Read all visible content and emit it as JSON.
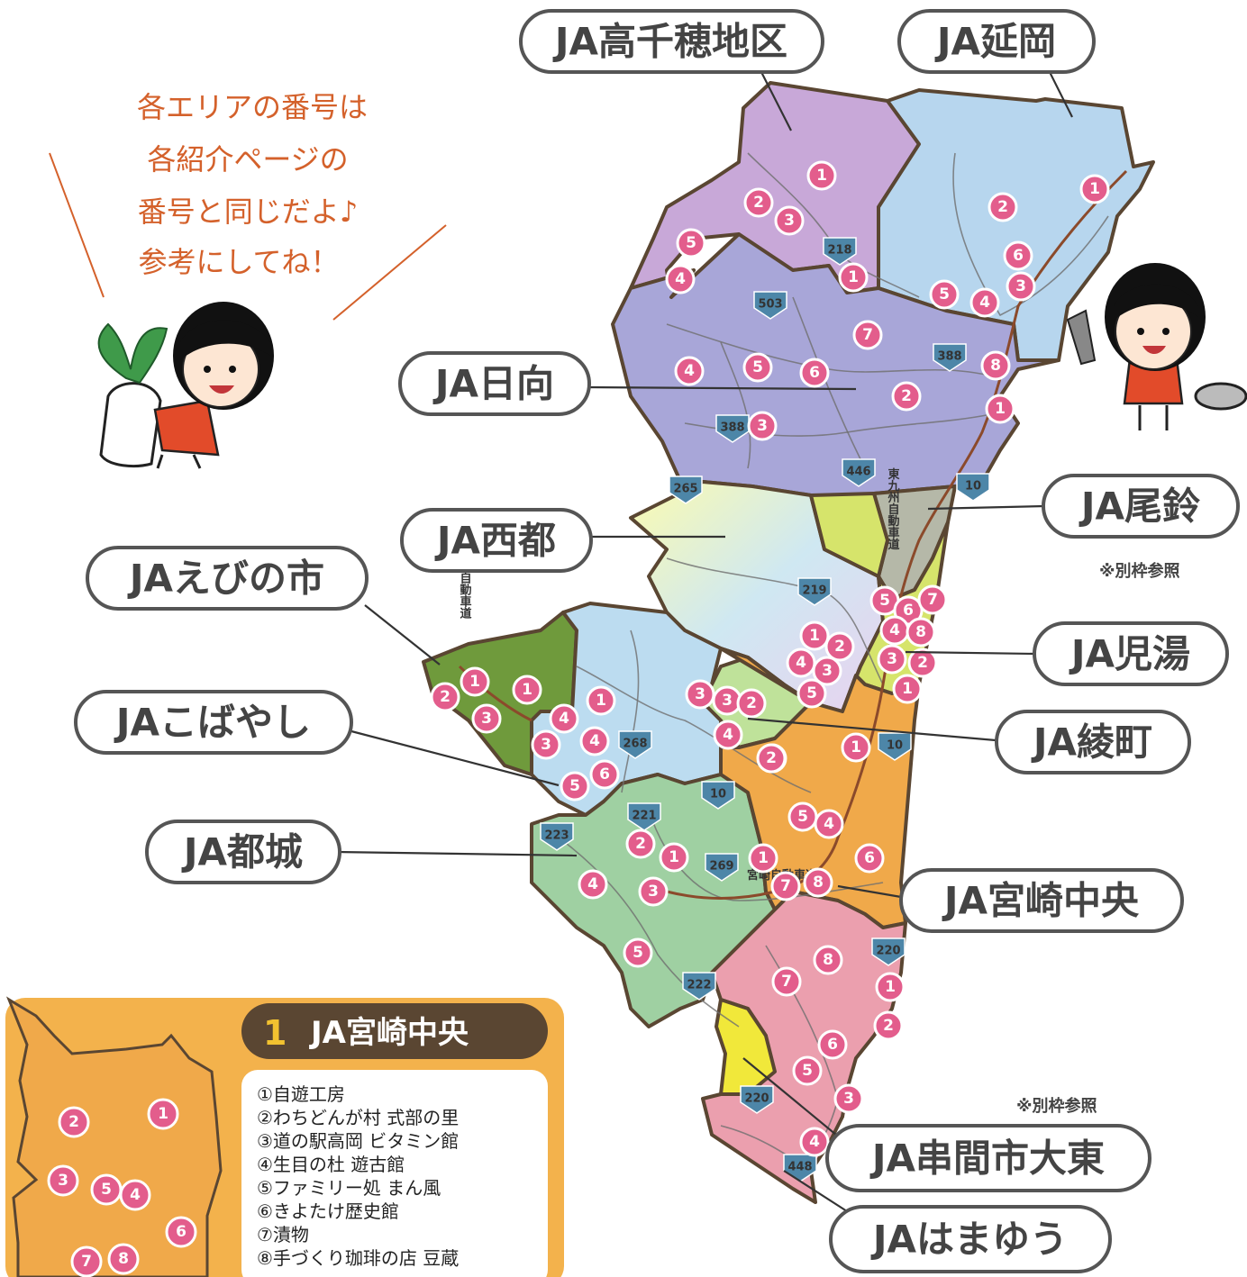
{
  "message": {
    "lines": [
      "各エリアの番号は",
      "各紹介ページの",
      "番号と同じだよ♪",
      "参考にしてね！"
    ]
  },
  "regions": [
    {
      "name": "JA高千穂地区",
      "color": "#c8a8d8"
    },
    {
      "name": "JA延岡",
      "color": "#b7d6ee"
    },
    {
      "name": "JA日向",
      "color": "#a8a6d8"
    },
    {
      "name": "JA西都",
      "color": "#eef4b0"
    },
    {
      "name": "JA尾鈴",
      "color": "#b5b8a8"
    },
    {
      "name": "JA児湯",
      "color": "#d6e46b"
    },
    {
      "name": "JAえびの市",
      "color": "#6f9a3c"
    },
    {
      "name": "JAこばやし",
      "color": "#bcdcf0"
    },
    {
      "name": "JA綾町",
      "color": "#bfe29a"
    },
    {
      "name": "JA都城",
      "color": "#9fd0a2"
    },
    {
      "name": "JA宮崎中央",
      "color": "#f0a94a"
    },
    {
      "name": "JA串間市大東",
      "color": "#eb9fae"
    },
    {
      "name": "JAはまゆう",
      "color": "#f1e83a"
    }
  ],
  "labels": {
    "takachiho": "JA高千穂地区",
    "nobeoka": "JA延岡",
    "hyuga": "JA日向",
    "saito": "JA西都",
    "osuzu": "JA尾鈴",
    "ebino": "JAえびの市",
    "koyu": "JA児湯",
    "kobayashi": "JAこばやし",
    "aya": "JA綾町",
    "miyakonojo": "JA都城",
    "miyazakichuo": "JA宮崎中央",
    "kushima": "JA串間市大東",
    "hamayu": "JAはまゆう"
  },
  "notes": {
    "osuzu": "※別枠参照",
    "kushima": "※別枠参照"
  },
  "expressways": {
    "kyushu": "九州自動車道",
    "higashikyushu": "東九州自動車道",
    "miyazaki": "宮崎自動車道"
  },
  "routes": [
    "218",
    "503",
    "388",
    "388",
    "446",
    "265",
    "10",
    "219",
    "268",
    "10",
    "10",
    "221",
    "223",
    "269",
    "220",
    "222",
    "220",
    "448"
  ],
  "pins": [
    [
      "1",
      "2",
      "3",
      "5",
      "4",
      "1"
    ],
    [
      "1",
      "2",
      "6",
      "3",
      "5",
      "4",
      "8",
      "1"
    ],
    [
      "7",
      "4",
      "5",
      "6",
      "2",
      "3"
    ],
    [
      "5",
      "6",
      "7",
      "4",
      "8",
      "3",
      "2",
      "1",
      "1",
      "2",
      "4",
      "3",
      "5"
    ],
    [
      "1",
      "2",
      "4",
      "3",
      "3",
      "2",
      "1",
      "4",
      "2",
      "1",
      "5",
      "4",
      "6",
      "8",
      "7"
    ],
    [
      "1",
      "4",
      "2",
      "3",
      "2",
      "4",
      "3",
      "6",
      "5",
      "1"
    ],
    [
      "2",
      "1",
      "4",
      "3",
      "5",
      "8",
      "7",
      "1",
      "2",
      "6",
      "5",
      "3",
      "4"
    ]
  ],
  "inset": {
    "number": "1",
    "title": "JA宮崎中央",
    "pins": [
      "2",
      "1",
      "3",
      "5",
      "4",
      "6",
      "7",
      "8"
    ],
    "items": [
      "①自遊工房",
      "②わちどんが村 式部の里",
      "③道の駅高岡 ビタミン館",
      "④生目の杜 遊古館",
      "⑤ファミリー処 まん風",
      "⑥きよたけ歴史館",
      "⑦漬物",
      "⑧手づくり珈琲の店 豆蔵"
    ]
  }
}
